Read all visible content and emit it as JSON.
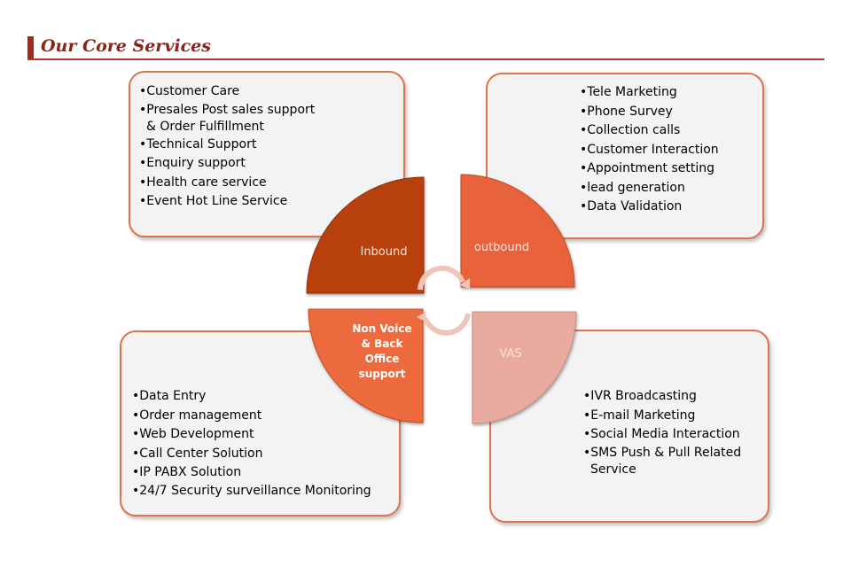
{
  "header": {
    "title": "Our Core Services"
  },
  "quadrants": {
    "inbound": "Inbound",
    "outbound": "outbound",
    "nonvoice": "Non Voice & Back Office support",
    "vas": "VAS"
  },
  "inbound_items": [
    "Customer Care",
    "Presales Post sales support & Order Fulfillment",
    "Technical Support",
    "Enquiry support",
    "Health care service",
    "Event Hot Line Service"
  ],
  "outbound_items": [
    "Tele Marketing",
    "Phone Survey",
    "Collection calls",
    "Customer Interaction",
    "Appointment setting",
    "lead generation",
    "Data Validation"
  ],
  "nonvoice_items": [
    "Data Entry",
    "Order management",
    "Web Development",
    "Call Center Solution",
    "IP PABX Solution",
    "24/7 Security surveillance Monitoring"
  ],
  "vas_items": [
    "IVR Broadcasting",
    "E-mail Marketing",
    "Social Media Interaction",
    "SMS Push & Pull  Related Service"
  ],
  "colors": {
    "inbound": "#b8400e",
    "outbound": "#e8643a",
    "nonvoice": "#ec6a3e",
    "vas": "#e9aaa0",
    "accent": "#a3281c"
  }
}
